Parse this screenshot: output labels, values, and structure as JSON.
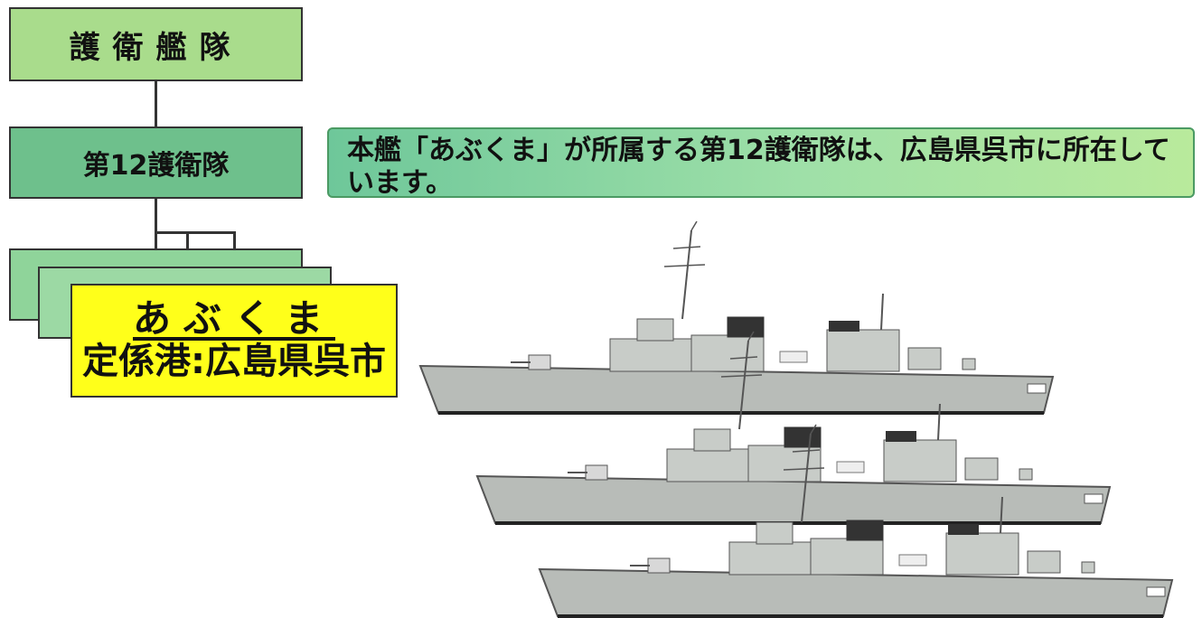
{
  "org": {
    "fleet": "護衛艦隊",
    "division": "第12護衛隊",
    "ship_name": "あぶくま",
    "home_port": "定係港:広島県呉市"
  },
  "info": {
    "text": "本艦「あぶくま」が所属する第12護衛隊は、広島県呉市に所在しています。"
  },
  "colors": {
    "fleet_box": "#a9dc8c",
    "division_box": "#6ec08c",
    "ship_box": "#ffff1a",
    "hull": "#b8bcb8"
  }
}
